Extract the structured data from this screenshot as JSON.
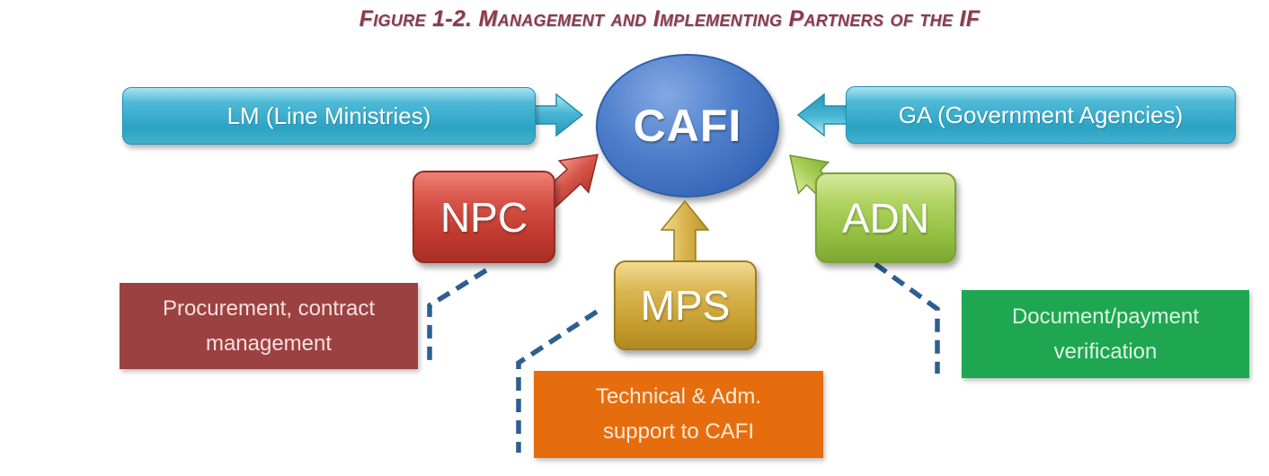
{
  "figure": {
    "title": "Figure 1-2. Management and Implementing Partners of the IF",
    "title_color": "#8e3b45"
  },
  "center_node": {
    "label": "CAFI",
    "color": "#3a6cba"
  },
  "banners": {
    "lm": {
      "label": "LM (Line Ministries)",
      "color": "#35adca",
      "arrow_direction": "right-into-CAFI"
    },
    "ga": {
      "label": "GA (Government Agencies)",
      "color": "#35adca",
      "arrow_direction": "left-into-CAFI"
    }
  },
  "partners": {
    "npc": {
      "label": "NPC",
      "color": "#c0392e",
      "arrow_direction": "up-right-into-CAFI",
      "role": {
        "lines": [
          "Procurement, contract",
          "management"
        ],
        "color": "#9c4141"
      }
    },
    "mps": {
      "label": "MPS",
      "color": "#c39b2d",
      "arrow_direction": "up-into-CAFI",
      "role": {
        "lines": [
          "Technical & Adm.",
          "support to CAFI"
        ],
        "color": "#e66d0d"
      }
    },
    "adn": {
      "label": "ADN",
      "color": "#8fbc3f",
      "arrow_direction": "up-left-into-CAFI",
      "role": {
        "lines": [
          "Document/payment",
          "verification"
        ],
        "color": "#1ea750"
      }
    }
  },
  "connector_color": "#2d5f92"
}
